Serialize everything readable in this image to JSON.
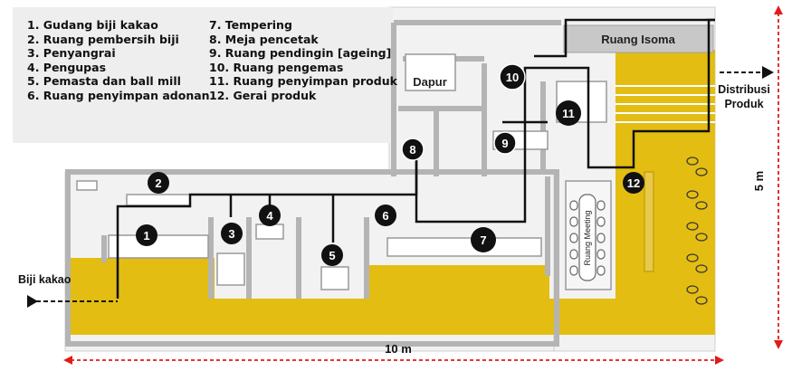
{
  "legend": {
    "left": [
      "1. Gudang biji kakao",
      "2. Ruang pembersih biji",
      "3. Penyangrai",
      "4. Pengupas",
      "5. Pemasta dan ball mill",
      "6. Ruang penyimpan adonan"
    ],
    "right": [
      "7. Tempering",
      "8. Meja pencetak",
      "9. Ruang pendingin [ageing]",
      "10. Ruang pengemas",
      "11. Ruang penyimpan produk",
      "12. Gerai produk"
    ]
  },
  "rooms": {
    "isoma": "Ruang Isoma",
    "dapur": "Dapur",
    "meeting": "Ruang Meeting"
  },
  "labels": {
    "input": "Biji kakao",
    "output_line1": "Distribusi",
    "output_line2": "Produk",
    "width": "10 m",
    "height": "5 m"
  },
  "markers": [
    "1",
    "2",
    "3",
    "4",
    "5",
    "6",
    "7",
    "8",
    "9",
    "10",
    "11",
    "12"
  ],
  "colors": {
    "floor_yellow": "#e3bd12",
    "dimension_red": "#e21b1b",
    "wall_gray": "#b9b9b9",
    "marker_black": "#111111"
  }
}
